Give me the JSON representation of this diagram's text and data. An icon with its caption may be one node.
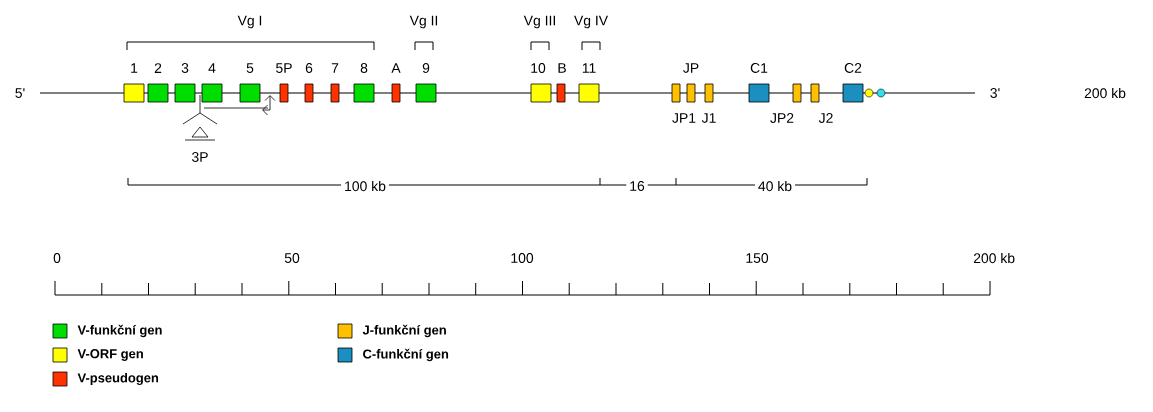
{
  "diagram": {
    "nodes": [
      {
        "text": [
          "1"
        ]
      },
      {
        "text": [
          "2"
        ]
      },
      {
        "text": [
          "3"
        ]
      },
      {
        "text": [
          "4"
        ]
      },
      {
        "text": [
          "5"
        ]
      },
      {
        "text": [
          "5P"
        ]
      },
      {
        "text": [
          "6"
        ]
      },
      {
        "text": [
          "7"
        ]
      },
      {
        "text": [
          "8"
        ]
      },
      {
        "text": [
          "A"
        ]
      },
      {
        "text": [
          "9"
        ]
      },
      {
        "text": [
          "10"
        ]
      },
      {
        "text": [
          "B"
        ]
      },
      {
        "text": [
          "11"
        ]
      },
      {
        "text": [
          "JP1"
        ]
      },
      {
        "text": [
          "JP"
        ]
      },
      {
        "text": [
          "J1"
        ]
      },
      {
        "text": [
          "C1"
        ]
      },
      {
        "text": [
          "JP2"
        ]
      },
      {
        "text": [
          "J2"
        ]
      },
      {
        "text": [
          "C2"
        ]
      },
      {
        "text": [],
        "shape": "circle"
      },
      {
        "text": [],
        "shape": "circle"
      }
    ],
    "edges": [],
    "labels": [
      "Vg I",
      "Vg II",
      "Vg III",
      "Vg IV",
      "5'",
      "3'",
      "200 kb",
      "3P",
      "100 kb",
      "16",
      "40 kb",
      "0",
      "50",
      "100",
      "150",
      "200 kb"
    ],
    "legend": [
      {
        "text": "V-funkční gen",
        "color": "#00dd00"
      },
      {
        "text": "V-ORF gen",
        "color": "#ffff00"
      },
      {
        "text": "V-pseudogen",
        "color": "#ff3300"
      },
      {
        "text": "J-funkční gen",
        "color": "#ffc000"
      },
      {
        "text": "C-funkční gen",
        "color": "#1a8fc0"
      }
    ]
  }
}
